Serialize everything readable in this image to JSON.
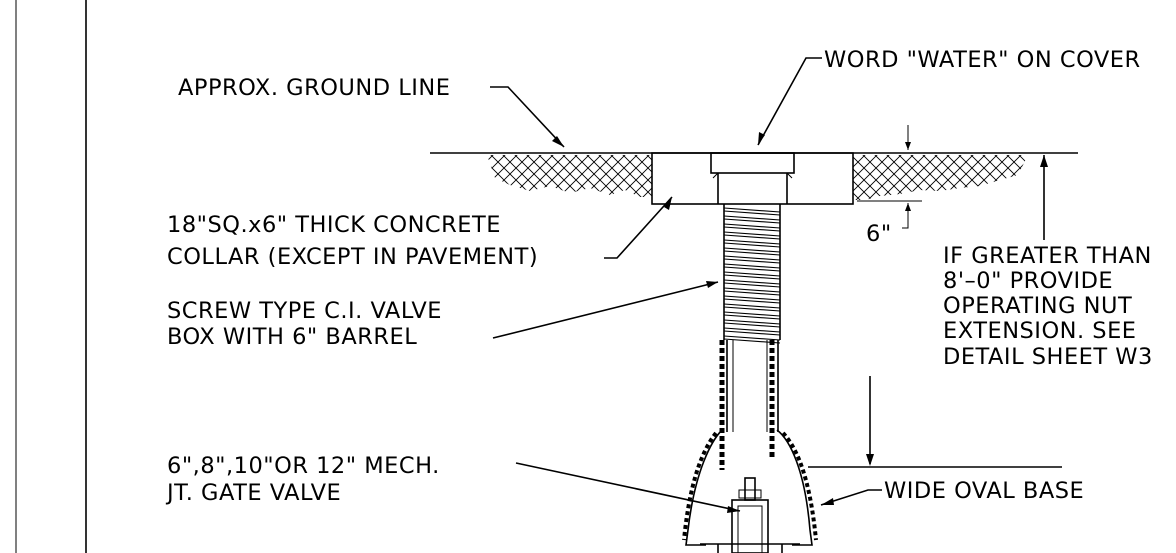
{
  "labels": {
    "ground_line": "APPROX. GROUND LINE",
    "word_water": "WORD \"WATER\" ON COVER",
    "collar_line1": "18\"SQ.x6\" THICK CONCRETE",
    "collar_line2": "COLLAR (EXCEPT IN PAVEMENT)",
    "six_inch": "6\"",
    "greater_line1": "IF GREATER THAN",
    "greater_line2": "8'–0\" PROVIDE",
    "greater_line3": "OPERATING NUT",
    "greater_line4": "EXTENSION. SEE",
    "greater_line5": "DETAIL SHEET W3",
    "valve_box_line1": "SCREW TYPE C.I. VALVE",
    "valve_box_line2": "BOX WITH 6\" BARREL",
    "gate_valve_line1": "6\",8\",10\"OR 12\" MECH.",
    "gate_valve_line2": "JT. GATE VALVE",
    "oval_base": "WIDE OVAL BASE"
  }
}
